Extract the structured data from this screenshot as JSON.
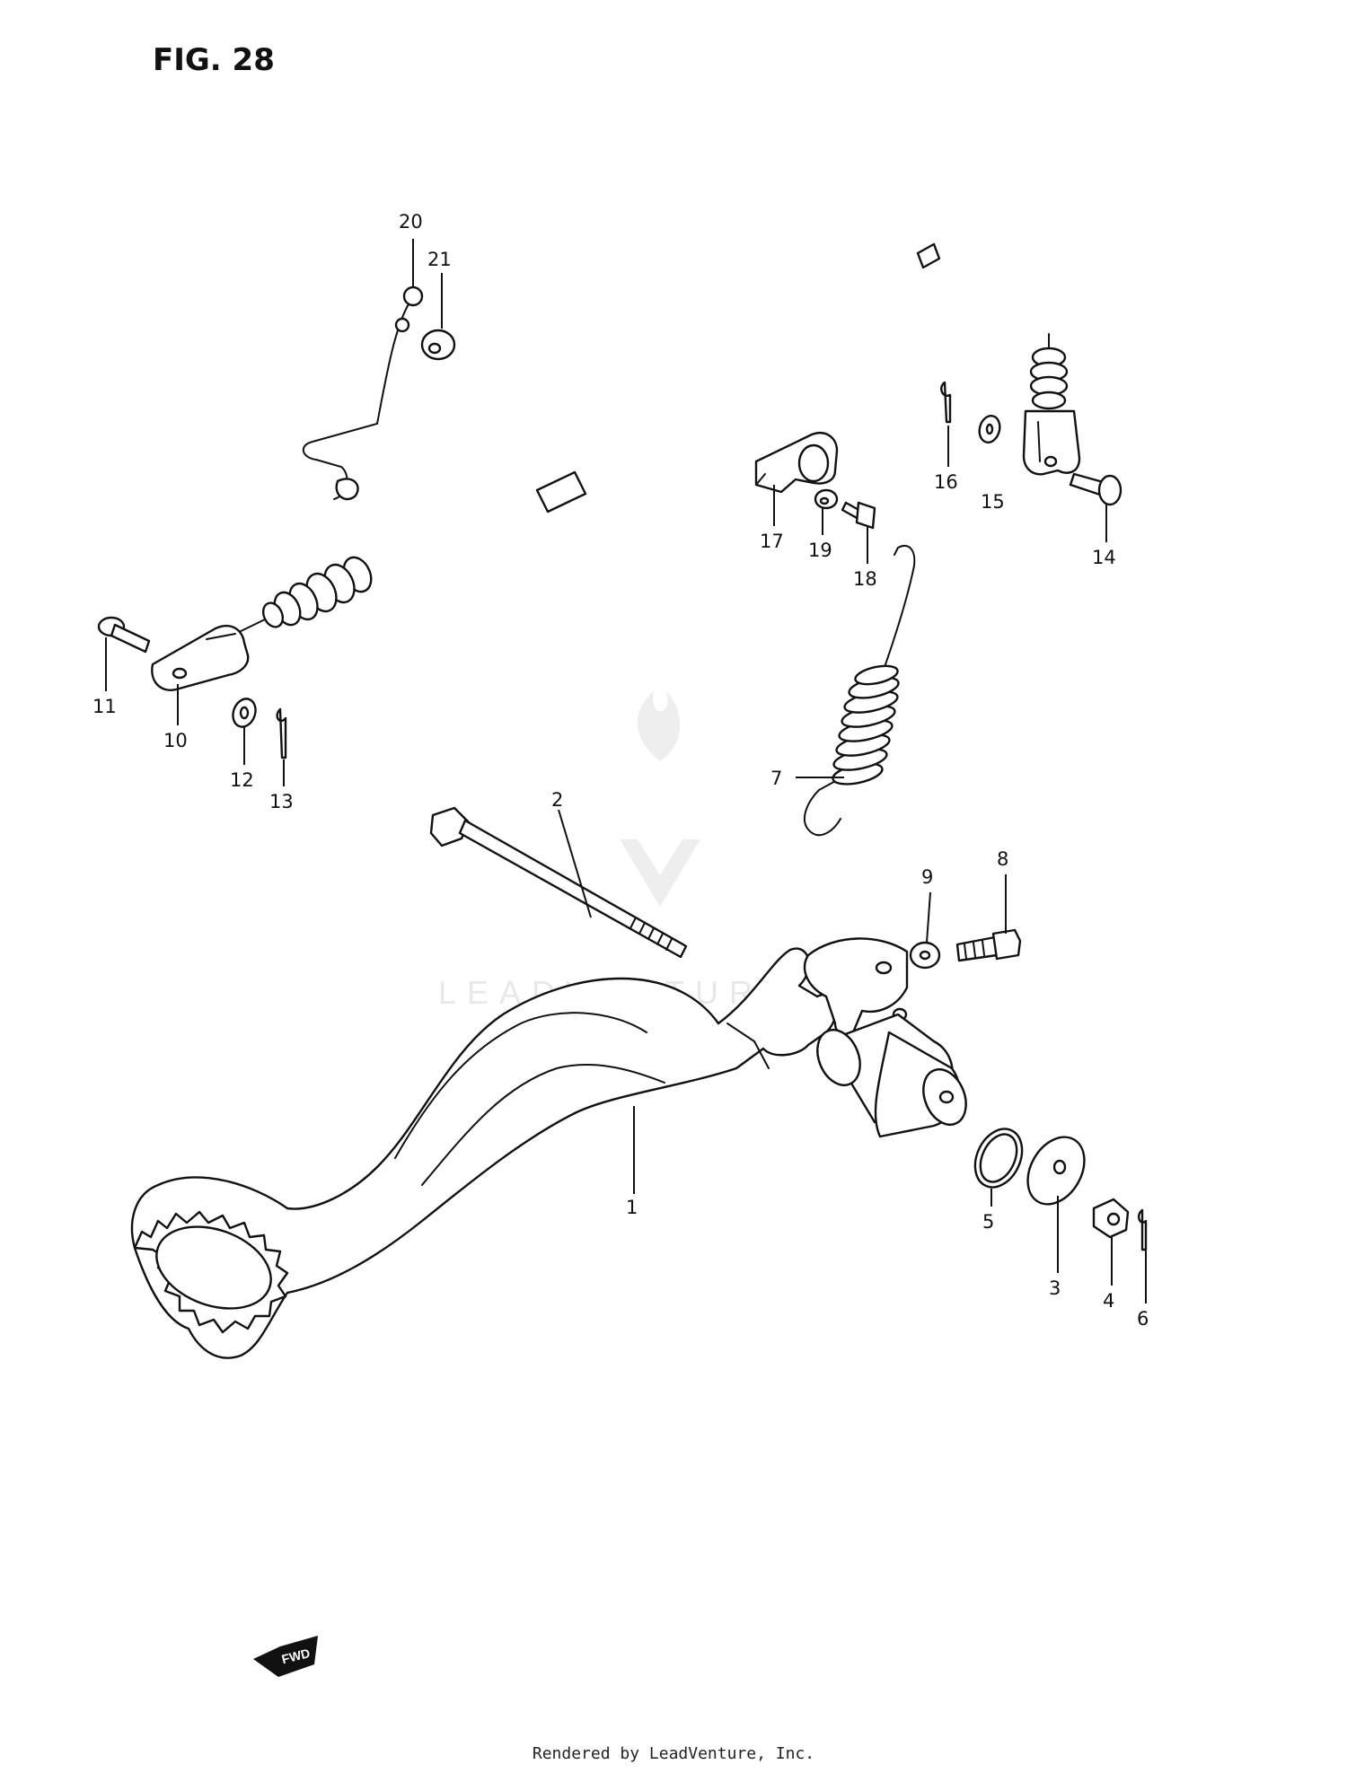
{
  "figure": {
    "title": "FIG. 28",
    "fwd_label": "FWD",
    "watermark": "LEADVENTURE",
    "footer": "Rendered by LeadVenture, Inc."
  },
  "callouts": [
    "1",
    "2",
    "3",
    "4",
    "5",
    "6",
    "7",
    "8",
    "9",
    "10",
    "11",
    "12",
    "13",
    "14",
    "15",
    "16",
    "17",
    "18",
    "19",
    "20",
    "21"
  ],
  "colors": {
    "line": "#111111",
    "background": "#ffffff",
    "watermark": "#e6e6e6"
  }
}
